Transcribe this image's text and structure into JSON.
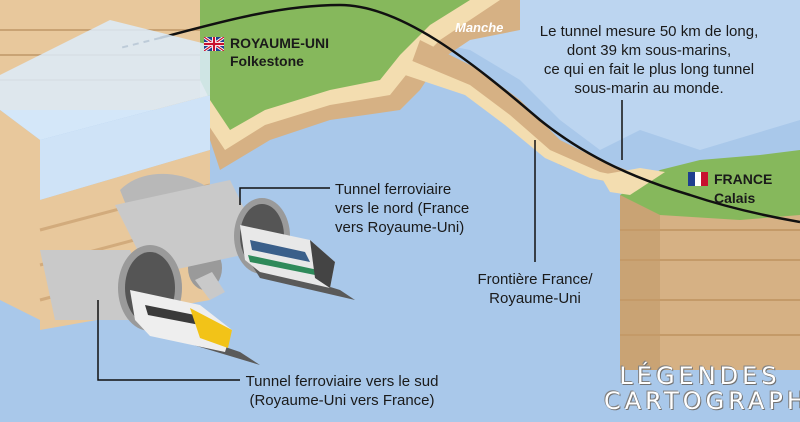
{
  "sea": {
    "name": "Manche"
  },
  "uk": {
    "country": "ROYAUME-UNI",
    "city": "Folkestone"
  },
  "france": {
    "country": "FRANCE",
    "city": "Calais"
  },
  "info": {
    "lines": [
      "Le tunnel mesure 50 km de long,",
      "dont 39 km sous-marins,",
      "ce qui en fait le plus long tunnel",
      "sous-marin au monde."
    ]
  },
  "labels": {
    "north_tunnel": [
      "Tunnel ferroviaire",
      "vers le nord (France",
      "vers Royaume-Uni)"
    ],
    "border": [
      "Frontière France/",
      "Royaume-Uni"
    ],
    "south_tunnel": [
      "Tunnel ferroviaire vers le sud",
      "(Royaume-Uni vers France)"
    ]
  },
  "logo": {
    "line1": "LÉGENDES",
    "line2": "CARTOGRAPHIE"
  },
  "colors": {
    "sea": "#a9c8ea",
    "sea_light": "#c9ddf4",
    "land_green": "#86b85c",
    "beach": "#f3ddb0",
    "rock_top": "#e8c89c",
    "rock_side": "#d6b184",
    "tunnel": "#c9c9c9",
    "tunnel_dark": "#9a9a9a",
    "track": "#5a5a5a",
    "train_yellow": "#f2c318"
  }
}
